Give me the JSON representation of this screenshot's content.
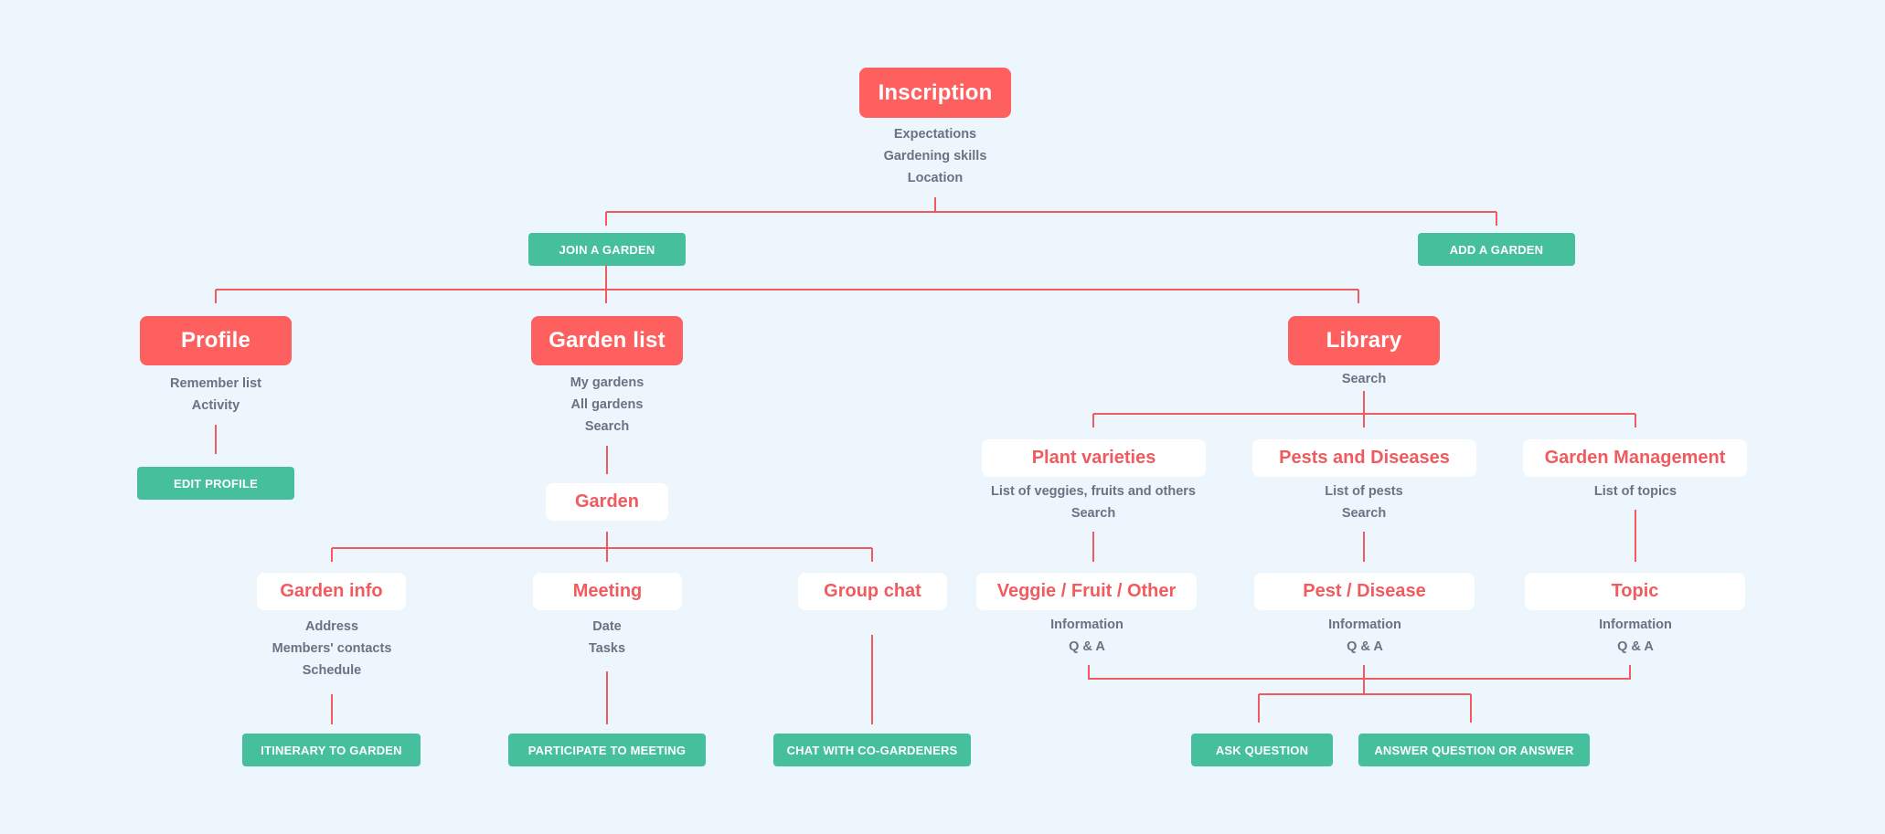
{
  "colors": {
    "background": "#edf5fd",
    "primary_node": "#fe5f5f",
    "secondary_node_bg": "#ffffff",
    "secondary_node_text": "#ef5b5e",
    "action_button": "#46bf9c",
    "connector": "#ef5b5e",
    "info_text": "#6c7183"
  },
  "inscription": {
    "title": "Inscription",
    "items": [
      "Expectations",
      "Gardening skills",
      "Location"
    ],
    "join_button": "JOIN A GARDEN",
    "add_button": "ADD A GARDEN"
  },
  "profile": {
    "title": "Profile",
    "items": [
      "Remember list",
      "Activity"
    ],
    "button": "EDIT PROFILE"
  },
  "garden_list": {
    "title": "Garden list",
    "items": [
      "My gardens",
      "All gardens",
      "Search"
    ]
  },
  "garden": {
    "title": "Garden",
    "info": {
      "title": "Garden info",
      "items": [
        "Address",
        "Members' contacts",
        "Schedule"
      ],
      "button": "ITINERARY TO GARDEN"
    },
    "meeting": {
      "title": "Meeting",
      "items": [
        "Date",
        "Tasks"
      ],
      "button": "PARTICIPATE TO MEETING"
    },
    "group_chat": {
      "title": "Group chat",
      "button": "CHAT WITH CO-GARDENERS"
    }
  },
  "library": {
    "title": "Library",
    "items": [
      "Search"
    ],
    "plant_varieties": {
      "title": "Plant varieties",
      "items": [
        "List of veggies, fruits and others",
        "Search"
      ],
      "child": {
        "title": "Veggie / Fruit / Other",
        "items": [
          "Information",
          "Q & A"
        ]
      }
    },
    "pests": {
      "title": "Pests and Diseases",
      "items": [
        "List of pests",
        "Search"
      ],
      "child": {
        "title": "Pest / Disease",
        "items": [
          "Information",
          "Q & A"
        ]
      }
    },
    "management": {
      "title": "Garden Management",
      "items": [
        "List of topics"
      ],
      "child": {
        "title": "Topic",
        "items": [
          "Information",
          "Q & A"
        ]
      }
    },
    "ask_button": "ASK QUESTION",
    "answer_button": "ANSWER QUESTION OR ANSWER"
  }
}
